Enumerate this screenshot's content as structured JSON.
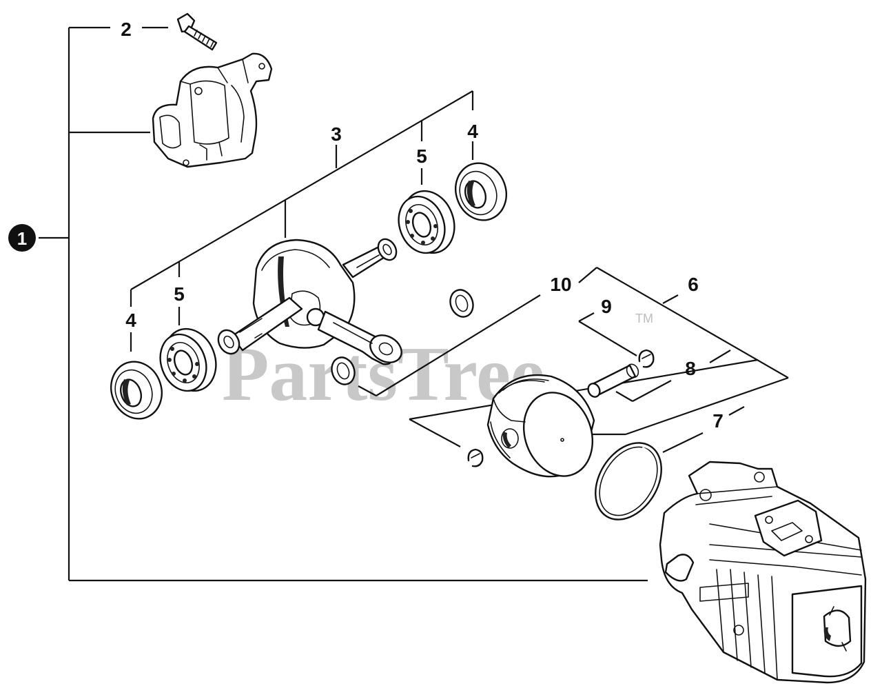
{
  "callouts": {
    "c1": "1",
    "c2": "2",
    "c3": "3",
    "c4a": "4",
    "c4b": "4",
    "c5a": "5",
    "c5b": "5",
    "c6": "6",
    "c7": "7",
    "c8": "8",
    "c9": "9",
    "c10": "10"
  },
  "watermark": {
    "text": "PartsTree",
    "tm": "TM"
  },
  "parts": [
    {
      "id": "bolt",
      "icon": "bolt-icon"
    },
    {
      "id": "crankcase-half",
      "icon": "crankcase-icon"
    },
    {
      "id": "crankshaft",
      "icon": "crankshaft-icon"
    },
    {
      "id": "oil-seal",
      "icon": "oil-seal-icon"
    },
    {
      "id": "ball-bearing",
      "icon": "ball-bearing-icon"
    },
    {
      "id": "piston",
      "icon": "piston-icon"
    },
    {
      "id": "piston-ring",
      "icon": "piston-ring-icon"
    },
    {
      "id": "piston-pin",
      "icon": "piston-pin-icon"
    },
    {
      "id": "circlip",
      "icon": "circlip-icon"
    },
    {
      "id": "needle-bearing",
      "icon": "needle-bearing-icon"
    },
    {
      "id": "cylinder",
      "icon": "cylinder-icon"
    }
  ]
}
